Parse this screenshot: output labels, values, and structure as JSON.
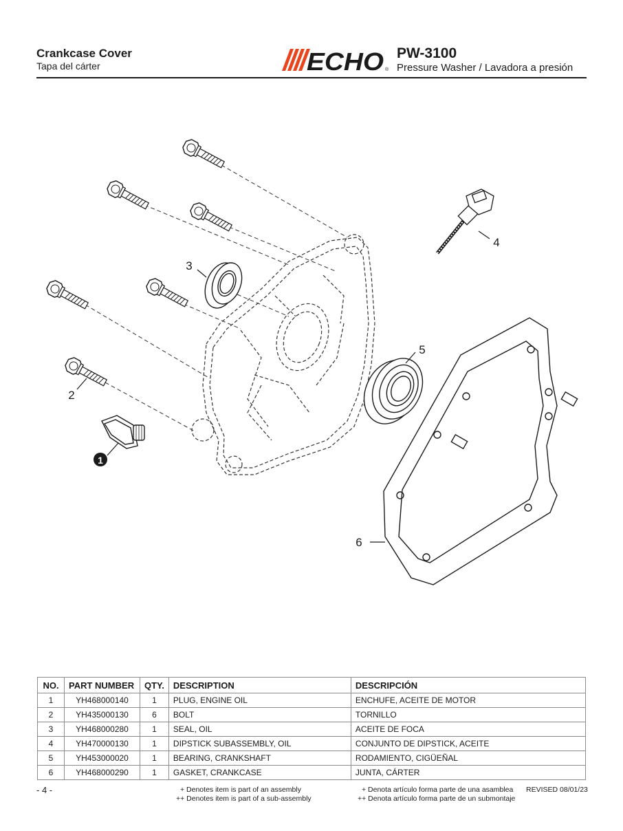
{
  "header": {
    "title_en": "Crankcase Cover",
    "title_es": "Tapa del cárter",
    "brand": "ECHO",
    "model": "PW-3100",
    "subtitle": "Pressure Washer / Lavadora a presión"
  },
  "colors": {
    "brand_red": "#e8451e",
    "ink": "#1a1a1a"
  },
  "diagram": {
    "callouts": [
      "1",
      "2",
      "3",
      "4",
      "5",
      "6"
    ],
    "highlighted_callout": "1"
  },
  "parts_table": {
    "columns": [
      "NO.",
      "PART NUMBER",
      "QTY.",
      "DESCRIPTION",
      "DESCRIPCIÓN"
    ],
    "rows": [
      {
        "no": "1",
        "part_number": "YH468000140",
        "qty": "1",
        "description": "PLUG, ENGINE OIL",
        "descripcion": "ENCHUFE, ACEITE DE MOTOR"
      },
      {
        "no": "2",
        "part_number": "YH435000130",
        "qty": "6",
        "description": "BOLT",
        "descripcion": "TORNILLO"
      },
      {
        "no": "3",
        "part_number": "YH468000280",
        "qty": "1",
        "description": "SEAL, OIL",
        "descripcion": "ACEITE DE FOCA"
      },
      {
        "no": "4",
        "part_number": "YH470000130",
        "qty": "1",
        "description": "DIPSTICK SUBASSEMBLY, OIL",
        "descripcion": "CONJUNTO DE DIPSTICK, ACEITE"
      },
      {
        "no": "5",
        "part_number": "YH453000020",
        "qty": "1",
        "description": "BEARING, CRANKSHAFT",
        "descripcion": "RODAMIENTO, CIGÜEÑAL"
      },
      {
        "no": "6",
        "part_number": "YH468000290",
        "qty": "1",
        "description": "GASKET, CRANKCASE",
        "descripcion": "JUNTA, CÁRTER"
      }
    ]
  },
  "footer": {
    "page": "- 4 -",
    "note_assembly_en": "+ Denotes item is part of an assembly",
    "note_subassembly_en": "++ Denotes item is part of a sub-assembly",
    "note_assembly_es": "+ Denota artículo forma parte de una asamblea",
    "note_subassembly_es": "++ Denota artículo forma parte de un submontaje",
    "revised": "REVISED 08/01/23"
  }
}
